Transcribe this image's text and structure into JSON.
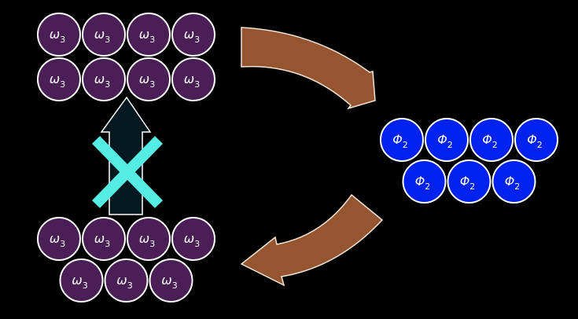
{
  "diagram": {
    "top_group": {
      "label": "ω",
      "subscript": "3",
      "count": 8,
      "rows": [
        4,
        4
      ],
      "fill": "#4a1f55"
    },
    "right_group": {
      "label": "Φ",
      "subscript": "2",
      "count": 7,
      "rows": [
        4,
        3
      ],
      "fill": "#0022ee"
    },
    "bottom_group": {
      "label": "ω",
      "subscript": "3",
      "count": 7,
      "rows": [
        4,
        3
      ],
      "fill": "#4a1f55"
    },
    "arrows": [
      {
        "name": "top-to-right",
        "color": "#955530"
      },
      {
        "name": "right-to-bottom",
        "color": "#955530"
      },
      {
        "name": "bottom-to-top-blocked",
        "color": "#041820",
        "blocked": true,
        "cross_color": "#55ece4"
      }
    ]
  }
}
